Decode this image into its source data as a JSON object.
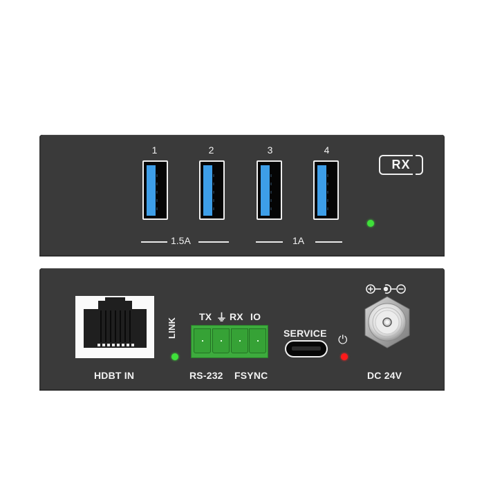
{
  "front_panel": {
    "usb_ports": [
      {
        "number": "1"
      },
      {
        "number": "2"
      },
      {
        "number": "3"
      },
      {
        "number": "4"
      }
    ],
    "current_groups": [
      {
        "label": "1.5A",
        "ports": [
          "1",
          "2"
        ]
      },
      {
        "label": "1A",
        "ports": [
          "3",
          "4"
        ]
      }
    ],
    "badge": "RX",
    "status_led_color": "#3fe03a",
    "usb_tongue_color": "#3d9ee8"
  },
  "rear_panel": {
    "hdbt_label": "HDBT IN",
    "link_label": "LINK",
    "link_led_color": "#3fe03a",
    "terminal_top_labels": {
      "tx": "TX",
      "ground": "⏚",
      "rx": "RX",
      "io": "IO"
    },
    "terminal_bottom_labels": {
      "rs232": "RS-232",
      "fsync": "FSYNC"
    },
    "terminal_color": "#3dab3d",
    "service_label": "SERVICE",
    "power_icon": "⏻",
    "power_led_color": "#ff1a1a",
    "dc_label": "DC 24V",
    "polarity": {
      "plus": "+",
      "minus": "−"
    }
  },
  "panel_color": "#3a3a3a"
}
